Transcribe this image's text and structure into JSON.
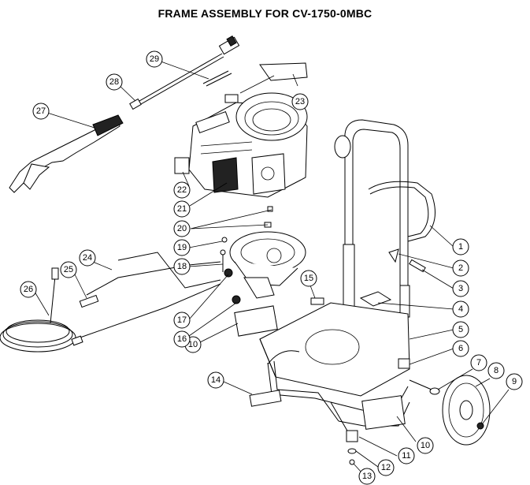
{
  "title": "FRAME ASSEMBLY FOR CV-1750-0MBC",
  "callouts": [
    "1",
    "2",
    "3",
    "4",
    "5",
    "6",
    "7",
    "8",
    "9",
    "10",
    "10",
    "11",
    "12",
    "13",
    "14",
    "15",
    "16",
    "17",
    "18",
    "19",
    "20",
    "21",
    "22",
    "23",
    "24",
    "25",
    "26",
    "27",
    "28",
    "29"
  ]
}
